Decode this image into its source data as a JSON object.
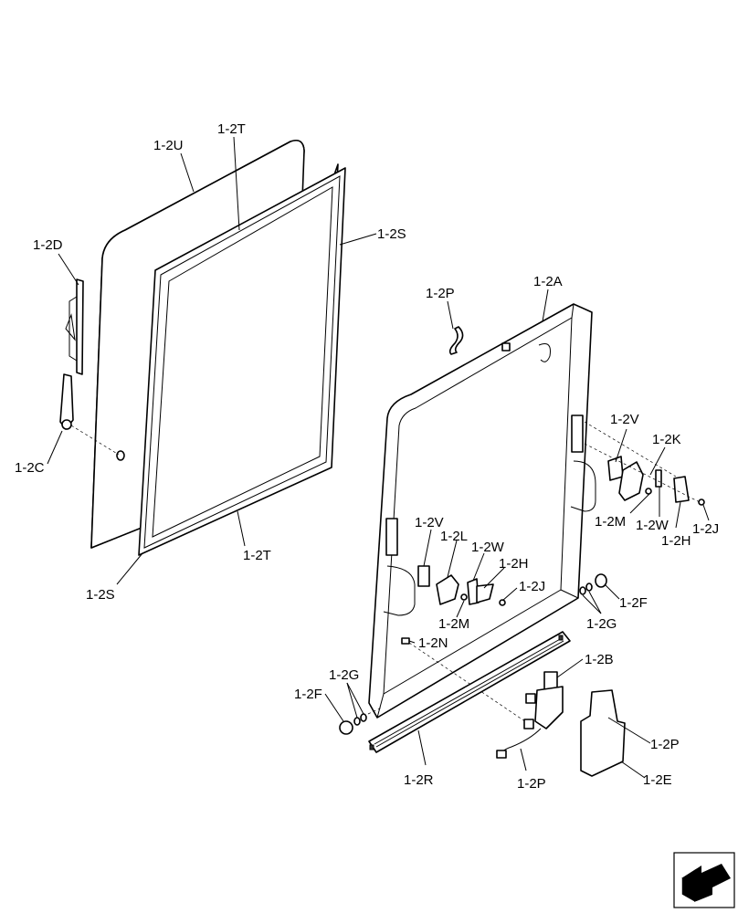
{
  "labels": {
    "u": "1-2U",
    "t_top": "1-2T",
    "s_right": "1-2S",
    "d": "1-2D",
    "c": "1-2C",
    "t_bottom": "1-2T",
    "s_left": "1-2S",
    "p_hose": "1-2P",
    "a": "1-2A",
    "v_right": "1-2V",
    "k": "1-2K",
    "m_right": "1-2M",
    "w_right": "1-2W",
    "j_right": "1-2J",
    "h_right": "1-2H",
    "f_right": "1-2F",
    "g_right": "1-2G",
    "v_left": "1-2V",
    "l": "1-2L",
    "w_left": "1-2W",
    "h_left": "1-2H",
    "j_left": "1-2J",
    "m_left": "1-2M",
    "n": "1-2N",
    "b": "1-2B",
    "g_left": "1-2G",
    "f_left": "1-2F",
    "p_tank": "1-2P",
    "e": "1-2E",
    "r": "1-2R",
    "p_pump": "1-2P"
  },
  "icons": {
    "nav": "next-page-arrow-icon"
  }
}
